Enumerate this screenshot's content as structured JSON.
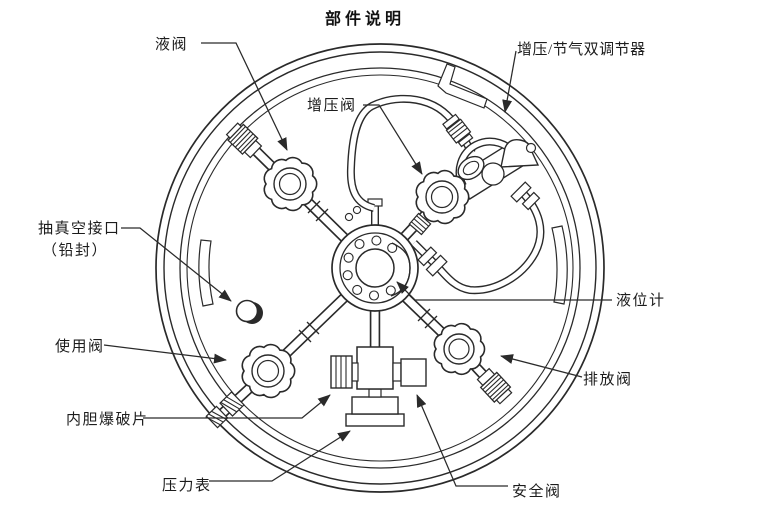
{
  "title": "部件说明",
  "labels": {
    "liquid_valve": "液阀",
    "pressurize_valve": "增压阀",
    "dual_regulator": "增压/节气双调节器",
    "vacuum_port_line1": "抽真空接口",
    "vacuum_port_line2": "（铅封）",
    "level_gauge": "液位计",
    "use_valve": "使用阀",
    "burst_disc": "内胆爆破片",
    "pressure_gauge": "压力表",
    "safety_valve": "安全阀",
    "drain_valve": "排放阀"
  },
  "colors": {
    "ink": "#2a2a2a",
    "background": "#ffffff"
  }
}
